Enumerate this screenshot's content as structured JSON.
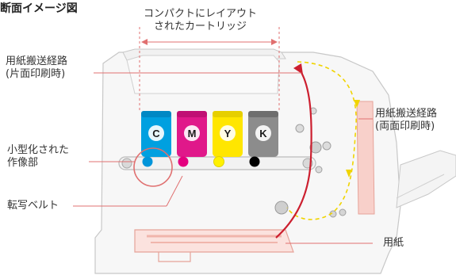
{
  "title": "断面イメージ図",
  "labels": {
    "compact_line1": "コンパクトにレイアウト",
    "compact_line2": "されたカートリッジ",
    "paper_path_single_line1": "用紙搬送経路",
    "paper_path_single_line2": "(片面印刷時)",
    "paper_path_duplex_line1": "用紙搬送経路",
    "paper_path_duplex_line2": "(両面印刷時)",
    "small_unit_line1": "小型化された",
    "small_unit_line2": "作像部",
    "transfer_belt": "転写ベルト",
    "paper": "用紙"
  },
  "cartridges": [
    {
      "letter": "C",
      "color": "#00a0e0"
    },
    {
      "letter": "M",
      "color": "#e0188a"
    },
    {
      "letter": "Y",
      "color": "#ffe600"
    },
    {
      "letter": "K",
      "color": "#8c8c8c"
    }
  ],
  "drum_colors": [
    "#0095da",
    "#e4007f",
    "#fff100",
    "#000000"
  ],
  "colors": {
    "path_single": "#cc1f2f",
    "path_duplex": "#f0d400",
    "callout": "#e07070",
    "accent_pink": "#f2a9a0",
    "outline": "#c8c8c8"
  }
}
